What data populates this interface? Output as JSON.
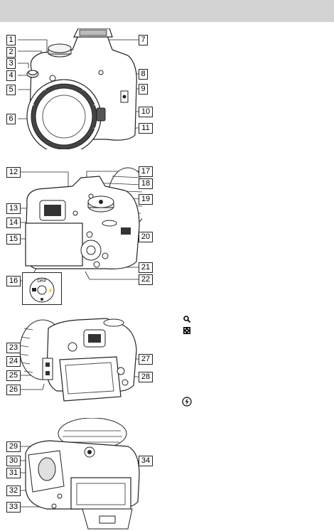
{
  "callouts": [
    "1",
    "2",
    "3",
    "4",
    "5",
    "6",
    "7",
    "8",
    "9",
    "10",
    "11",
    "12",
    "13",
    "14",
    "15",
    "16",
    "17",
    "18",
    "19",
    "20",
    "21",
    "22",
    "23",
    "24",
    "25",
    "26",
    "27",
    "28",
    "29",
    "30",
    "31",
    "32",
    "33",
    "34"
  ],
  "inset_dial": {
    "top_label": "DRP"
  },
  "icons": [
    "magnifier-icon",
    "grid-index-icon",
    "flash-icon"
  ]
}
